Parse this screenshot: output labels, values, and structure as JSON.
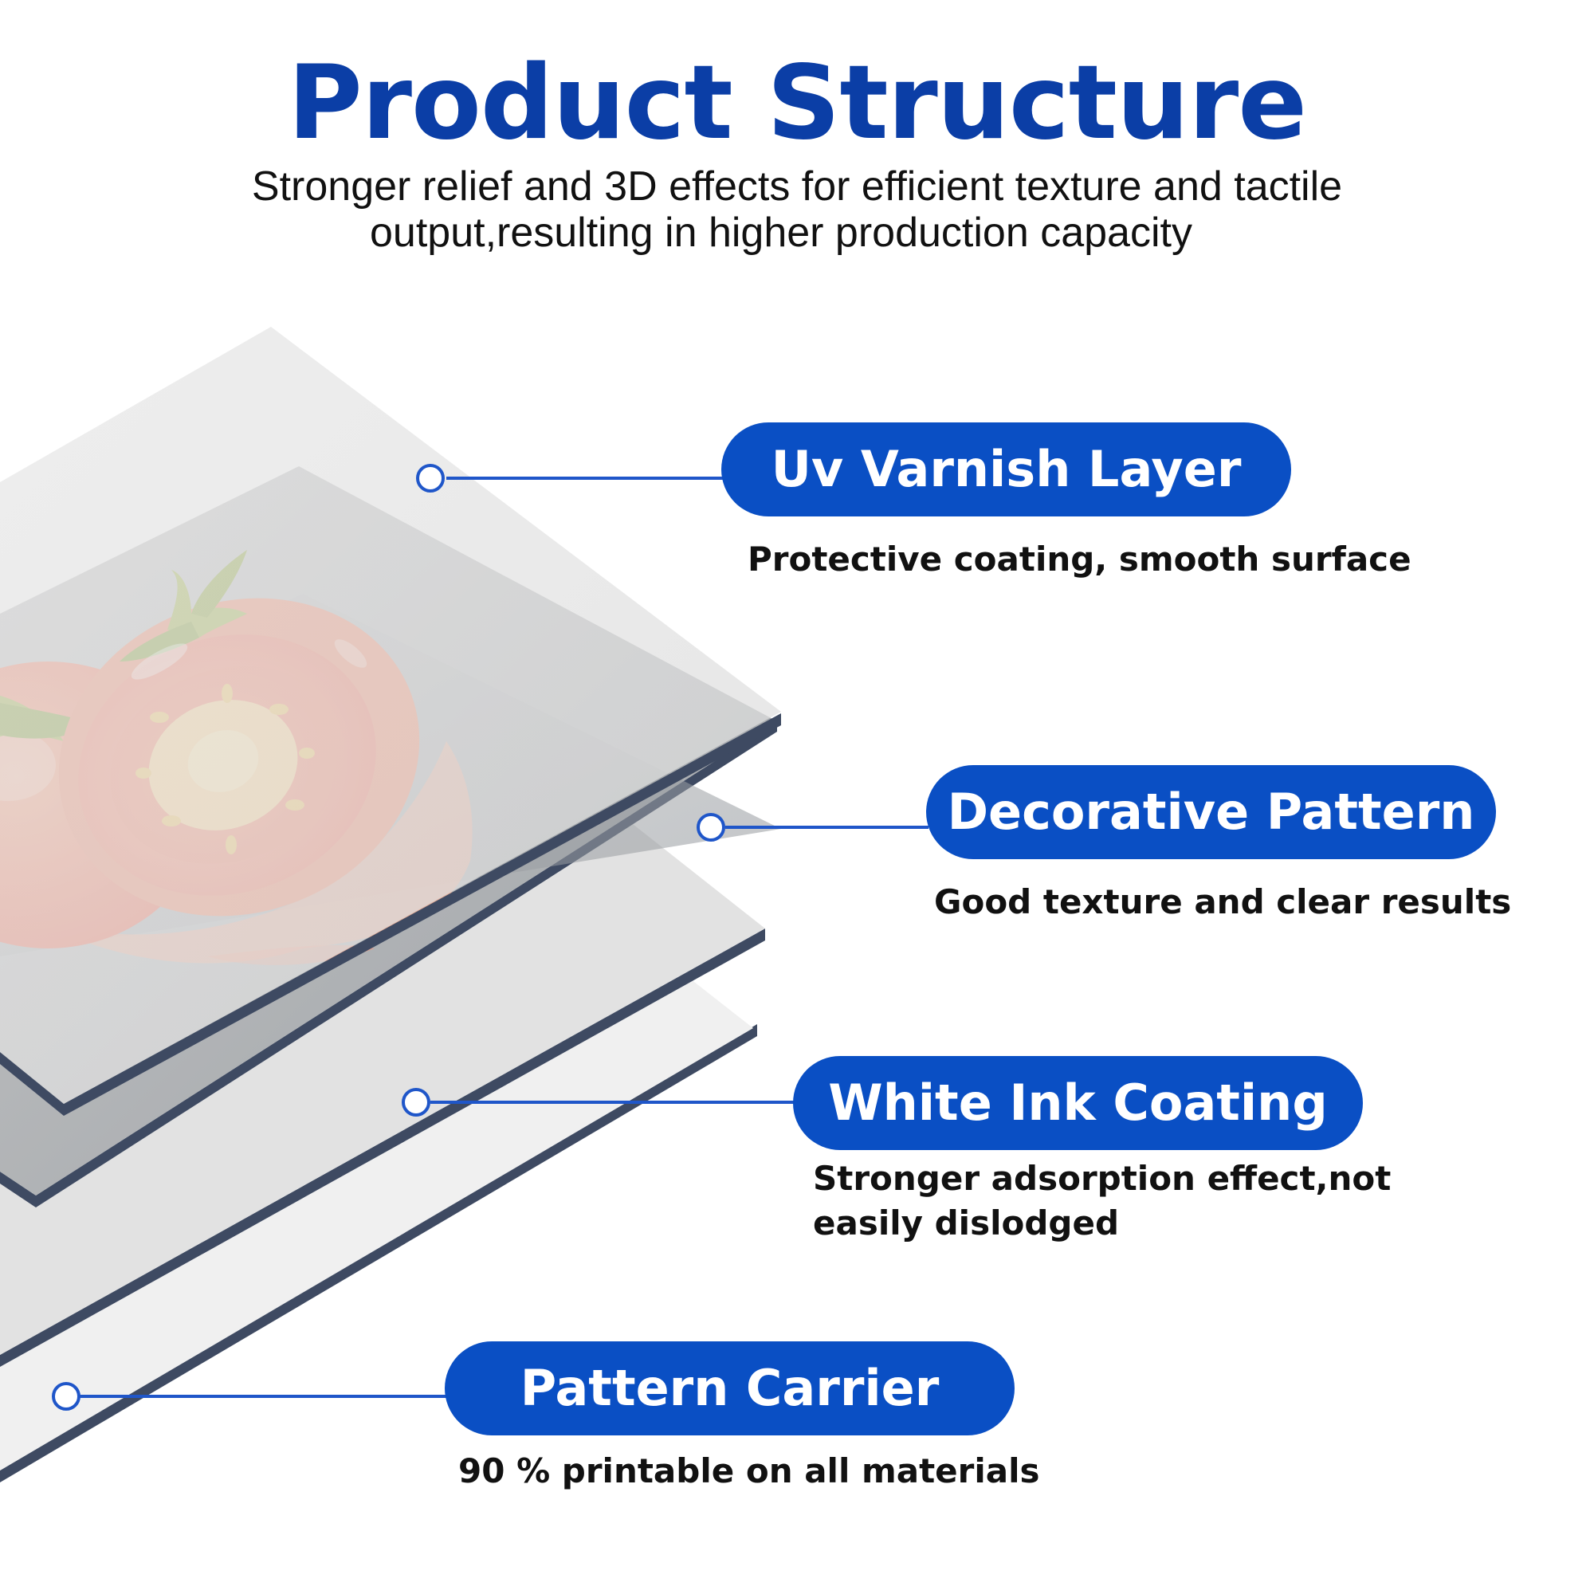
{
  "header": {
    "title": "Product Structure",
    "subtitle_line1": "Stronger relief and 3D effects for efficient texture and tactile",
    "subtitle_line2": "output,resulting in higher production capacity"
  },
  "layers": [
    {
      "name": "Uv Varnish Layer",
      "description": "Protective coating, smooth surface"
    },
    {
      "name": "Decorative Pattern",
      "description": "Good texture and clear results"
    },
    {
      "name": "White Ink Coating",
      "description_line1": "Stronger adsorption effect,not",
      "description_line2": "easily dislodged"
    },
    {
      "name": "Pattern Carrier",
      "description": "90 % printable on all materials"
    }
  ],
  "colors": {
    "title": "#0b3ea6",
    "pill": "#0a4fc4",
    "connector": "#1f56c9",
    "sheet_edge": "#3e4a62"
  },
  "illustration": {
    "subject": "tomato-illustration",
    "layer_icon": "stacked-sheets-illustration"
  }
}
